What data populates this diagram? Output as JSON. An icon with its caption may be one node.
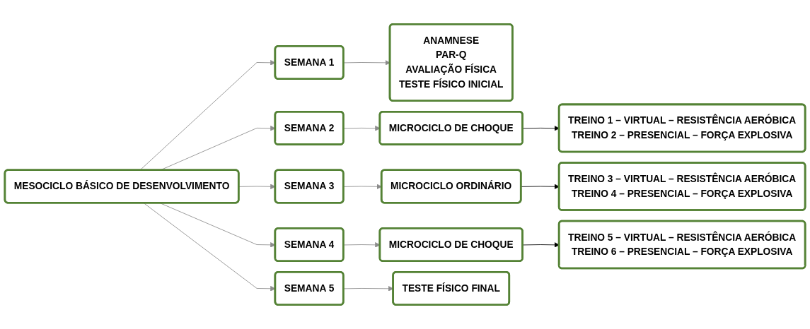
{
  "diagram": {
    "nodes": [
      {
        "text": [
          "MESOCICLO BÁSICO DE DESENVOLVIMENTO"
        ]
      },
      {
        "text": [
          "SEMANA 1"
        ]
      },
      {
        "text": [
          "ANAMNESE",
          "PAR-Q",
          "AVALIAÇÃO FÍSICA",
          "TESTE FÍSICO INICIAL"
        ]
      },
      {
        "text": [
          "SEMANA 2"
        ]
      },
      {
        "text": [
          "MICROCICLO DE CHOQUE"
        ]
      },
      {
        "text": [
          "TREINO 1 – VIRTUAL – RESISTÊNCIA AERÓBICA",
          "TREINO 2 – PRESENCIAL – FORÇA EXPLOSIVA"
        ]
      },
      {
        "text": [
          "SEMANA 3"
        ]
      },
      {
        "text": [
          "MICROCICLO ORDINÁRIO"
        ]
      },
      {
        "text": [
          "TREINO 3 – VIRTUAL – RESISTÊNCIA AERÓBICA",
          "TREINO 4 – PRESENCIAL – FORÇA EXPLOSIVA"
        ]
      },
      {
        "text": [
          "SEMANA 4"
        ]
      },
      {
        "text": [
          "MICROCICLO DE CHOQUE"
        ]
      },
      {
        "text": [
          "TREINO 5 – VIRTUAL – RESISTÊNCIA AERÓBICA",
          "TREINO 6 – PRESENCIAL – FORÇA EXPLOSIVA"
        ]
      },
      {
        "text": [
          "SEMANA 5"
        ]
      },
      {
        "text": [
          "TESTE FÍSICO FINAL"
        ]
      }
    ],
    "edges": [
      {
        "from": 0,
        "to": 1,
        "arrow": "to"
      },
      {
        "from": 0,
        "to": 3,
        "arrow": "to"
      },
      {
        "from": 0,
        "to": 6,
        "arrow": "to"
      },
      {
        "from": 0,
        "to": 9,
        "arrow": "to"
      },
      {
        "from": 0,
        "to": 12,
        "arrow": "to"
      },
      {
        "from": 1,
        "to": 2,
        "arrow": "to"
      },
      {
        "from": 3,
        "to": 4,
        "arrow": "to"
      },
      {
        "from": 4,
        "to": 5,
        "arrow": "to",
        "color": "#000000"
      },
      {
        "from": 6,
        "to": 7,
        "arrow": "to"
      },
      {
        "from": 7,
        "to": 8,
        "arrow": "to",
        "color": "#000000"
      },
      {
        "from": 9,
        "to": 10,
        "arrow": "to"
      },
      {
        "from": 10,
        "to": 11,
        "arrow": "to",
        "color": "#000000"
      },
      {
        "from": 12,
        "to": 13,
        "arrow": "to"
      }
    ]
  }
}
